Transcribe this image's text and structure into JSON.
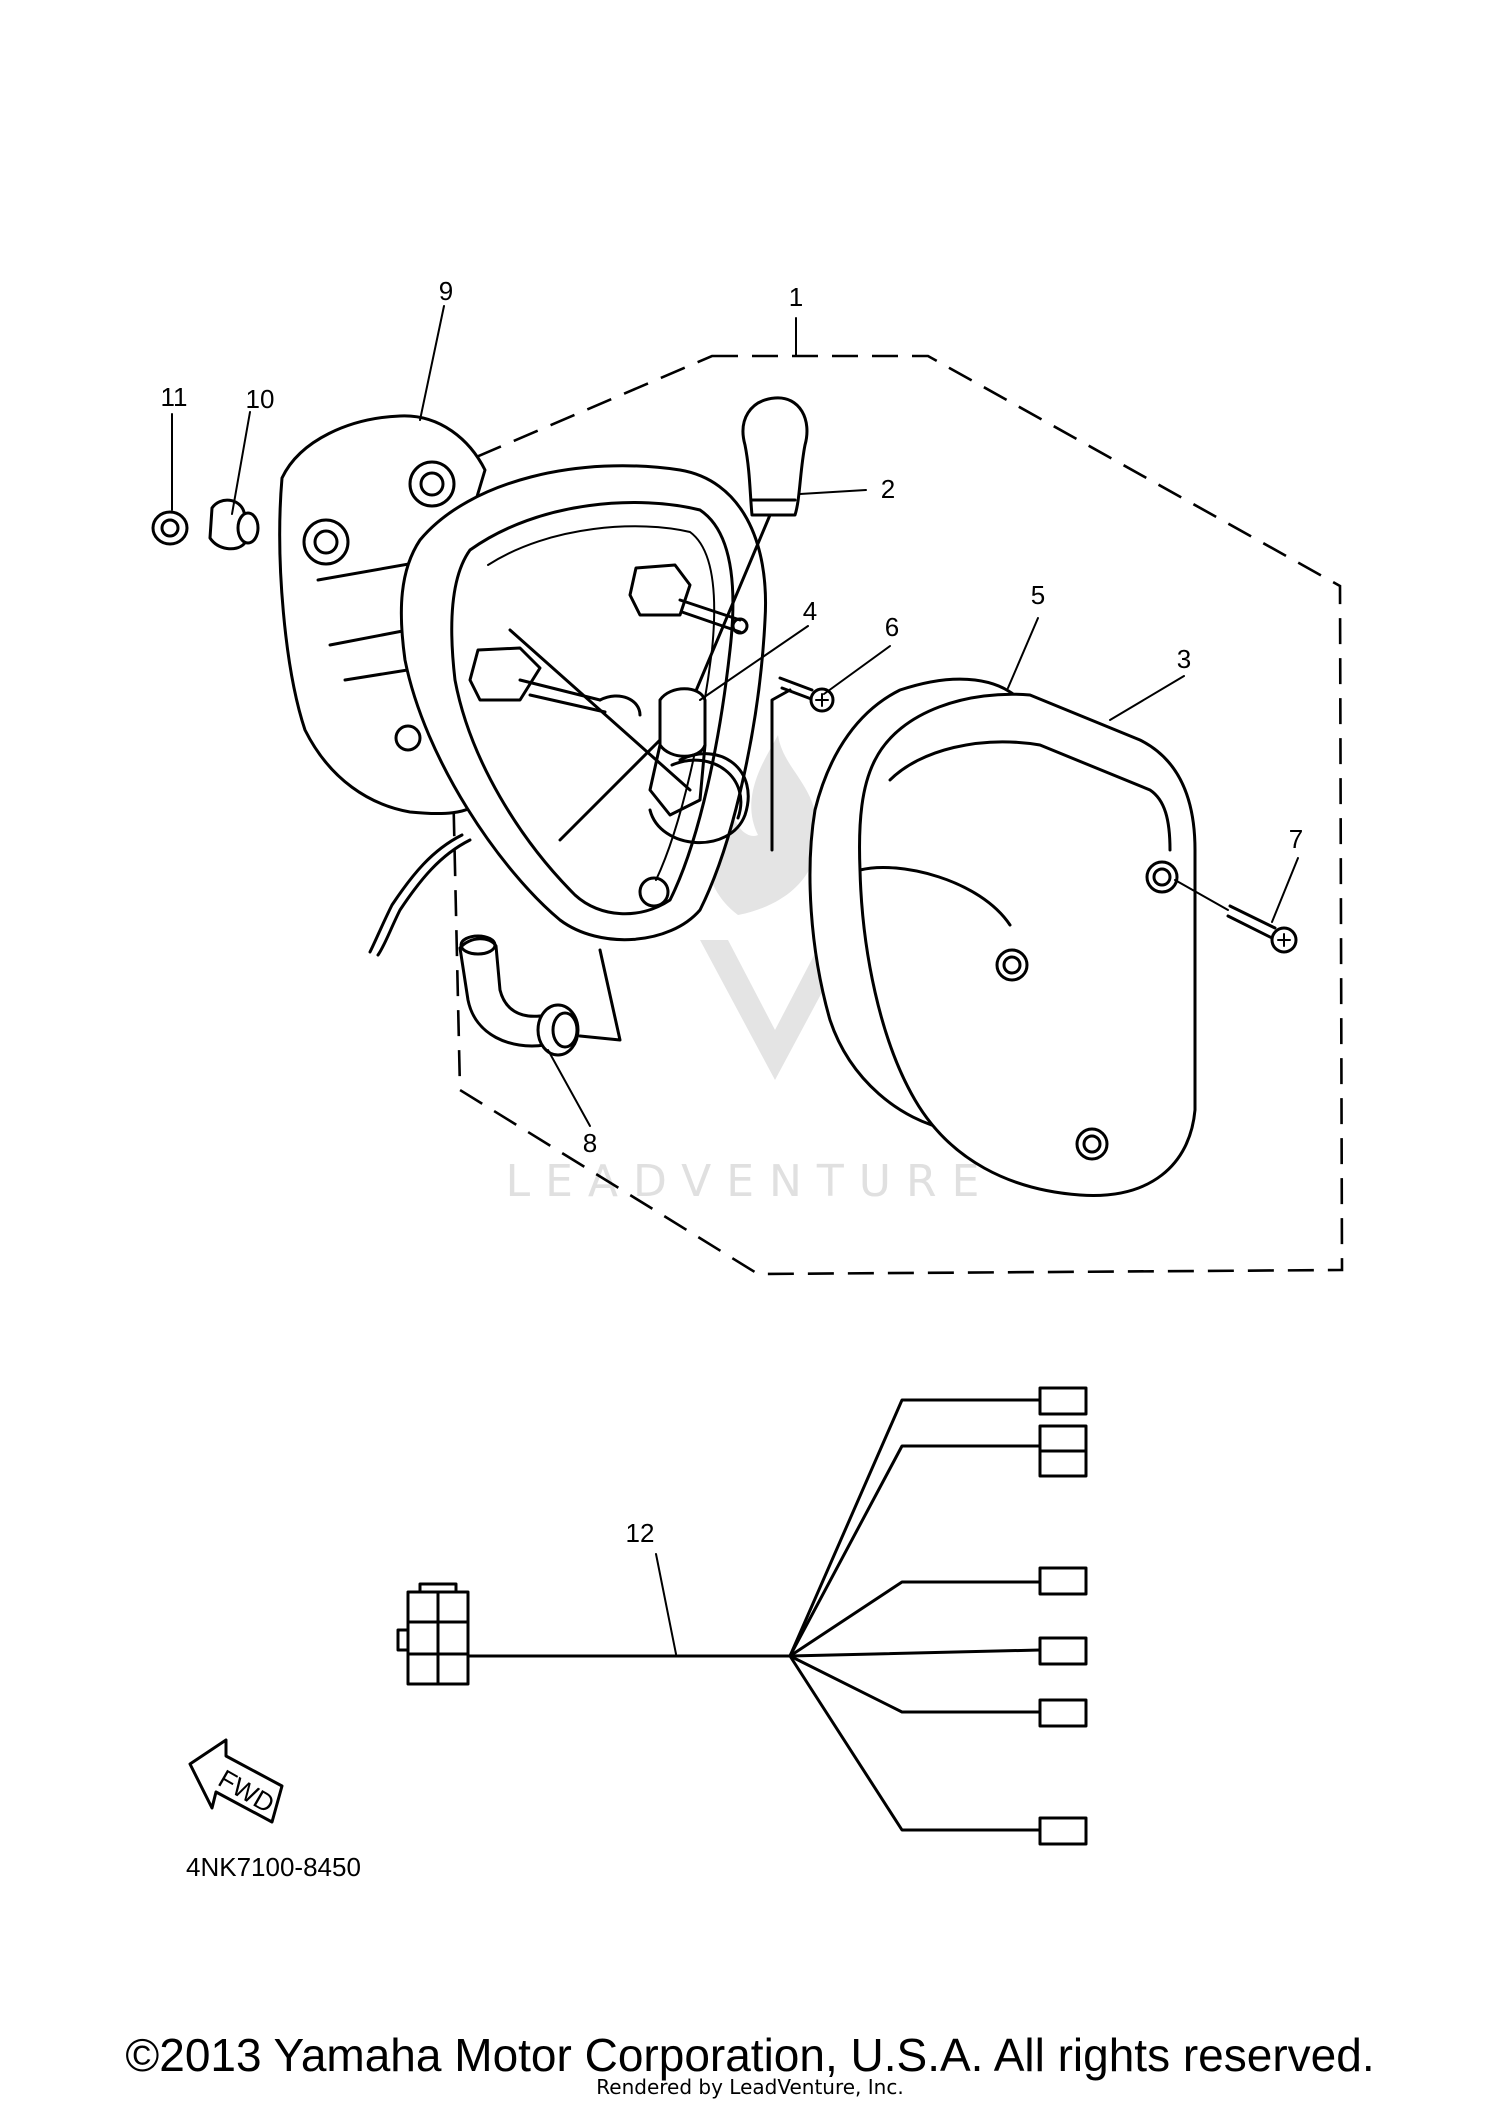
{
  "diagram": {
    "part_numbers": {
      "p1": "1",
      "p2": "2",
      "p3": "3",
      "p4": "4",
      "p5": "5",
      "p6": "6",
      "p7": "7",
      "p8": "8",
      "p9": "9",
      "p10": "10",
      "p11": "11",
      "p12": "12"
    },
    "fwd_label": "FWD",
    "drawing_code": "4NK7100-8450",
    "watermark": "LEADVENTURE"
  },
  "footer": {
    "copyright": "©2013 Yamaha Motor Corporation, U.S.A. All rights reserved.",
    "rendered_by": "Rendered by LeadVenture, Inc."
  }
}
